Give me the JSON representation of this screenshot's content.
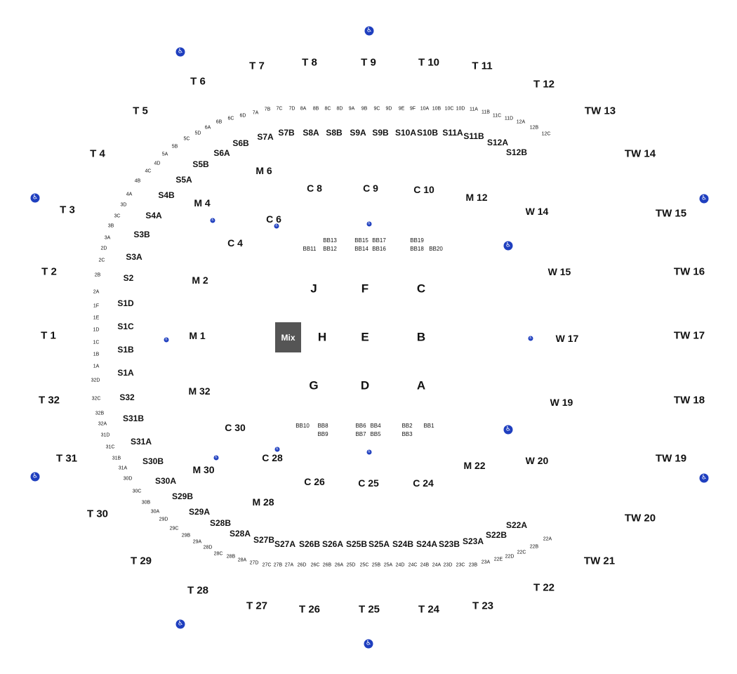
{
  "colors": {
    "background": "#ffffff",
    "text": "#111111",
    "accessible_icon": "#1f3fbf",
    "mix_box": "#555555"
  },
  "icons": {
    "accessible": "wheelchair-icon"
  },
  "mix_label": "Mix",
  "floor_sections": [
    "J",
    "F",
    "C",
    "H",
    "E",
    "B",
    "G",
    "D",
    "A"
  ],
  "floor_boxes": [
    "BB13",
    "BB15",
    "BB17",
    "BB19",
    "BB11",
    "BB12",
    "BB14",
    "BB16",
    "BB18",
    "BB20",
    "BB10",
    "BB8",
    "BB6",
    "BB4",
    "BB2",
    "BB1",
    "BB9",
    "BB7",
    "BB5",
    "BB3"
  ],
  "club_sections": [
    "C 8",
    "C 9",
    "C 10",
    "C 6",
    "C 4",
    "C 30",
    "C 28",
    "C 26",
    "C 25",
    "C 24"
  ],
  "mezzanine_sections": [
    "M 6",
    "M 12",
    "M 4",
    "M 2",
    "M 1",
    "M 32",
    "M 30",
    "M 28",
    "M 22"
  ],
  "wing_sections": [
    "W 14",
    "W 15",
    "W 17",
    "W 19",
    "W 20"
  ],
  "side_sections": [
    "S7A",
    "S7B",
    "S8A",
    "S8B",
    "S9A",
    "S9B",
    "S10A",
    "S10B",
    "S11A",
    "S11B",
    "S6B",
    "S12A",
    "S6A",
    "S12B",
    "S5B",
    "S5A",
    "S4B",
    "S4A",
    "S3B",
    "S3A",
    "S2",
    "S1D",
    "S1C",
    "S1B",
    "S1A",
    "S32",
    "S31B",
    "S31A",
    "S30B",
    "S30A",
    "S29B",
    "S29A",
    "S28B",
    "S28A",
    "S27B",
    "S27A",
    "S26B",
    "S26A",
    "S25B",
    "S25A",
    "S24B",
    "S24A",
    "S23B",
    "S23A",
    "S22B",
    "S22A"
  ],
  "small_sections": [
    "7A",
    "7B",
    "7C",
    "7D",
    "8A",
    "8B",
    "8C",
    "8D",
    "9A",
    "9B",
    "9C",
    "9D",
    "9E",
    "9F",
    "10A",
    "10B",
    "10C",
    "10D",
    "11A",
    "11B",
    "11C",
    "11D",
    "12A",
    "12B",
    "12C",
    "6D",
    "6C",
    "6B",
    "6A",
    "5D",
    "5C",
    "5B",
    "5A",
    "4D",
    "4C",
    "4B",
    "4A",
    "3D",
    "3C",
    "3B",
    "3A",
    "2D",
    "2C",
    "2B",
    "2A",
    "1F",
    "1E",
    "1D",
    "1C",
    "1B",
    "1A",
    "32D",
    "32C",
    "32B",
    "32A",
    "31D",
    "31C",
    "31B",
    "31A",
    "30D",
    "30C",
    "30B",
    "30A",
    "29D",
    "29C",
    "29B",
    "29A",
    "28D",
    "28C",
    "28B",
    "28A",
    "27D",
    "27C",
    "27B",
    "27A",
    "26D",
    "26C",
    "26B",
    "26A",
    "25D",
    "25C",
    "25B",
    "25A",
    "24D",
    "24C",
    "24B",
    "24A",
    "23D",
    "23C",
    "23B",
    "23A",
    "22E",
    "22D",
    "22C",
    "22B",
    "22A"
  ],
  "terrace_sections": [
    "T 7",
    "T 8",
    "T 9",
    "T 10",
    "T 11",
    "T 6",
    "T 12",
    "T 5",
    "TW 13",
    "T 4",
    "TW 14",
    "T 3",
    "TW 15",
    "T 2",
    "TW 16",
    "T 1",
    "TW 17",
    "T 32",
    "TW 18",
    "T 31",
    "TW 19",
    "T 30",
    "TW 20",
    "T 29",
    "TW 21",
    "T 28",
    "T 22",
    "T 27",
    "T 26",
    "T 25",
    "T 24",
    "T 23"
  ]
}
